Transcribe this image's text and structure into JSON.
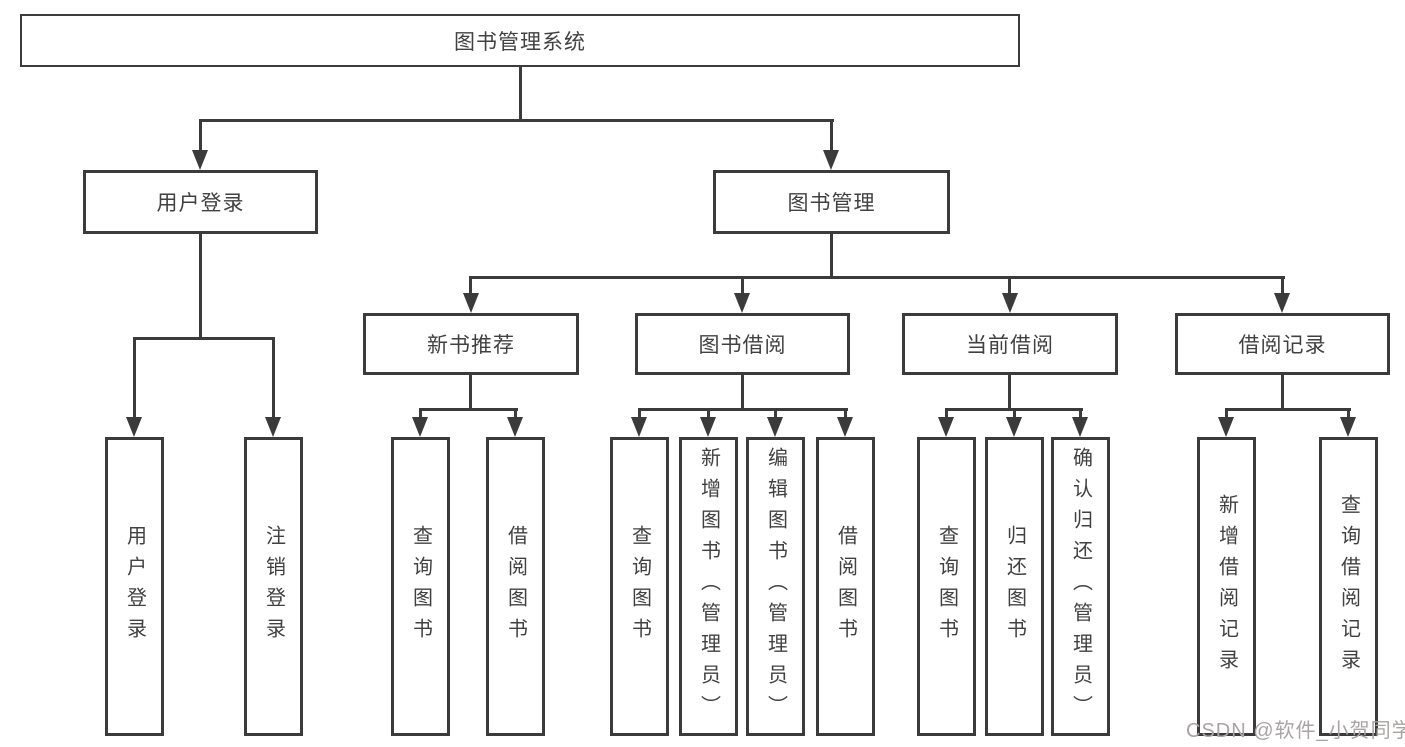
{
  "colors": {
    "line": "#3b3b3b",
    "text": "#414141",
    "watermark": "#a9a3a3",
    "bg": "#ffffff"
  },
  "diagram": {
    "type": "tree",
    "root": {
      "label": "图书管理系统"
    },
    "level2": {
      "user_login": {
        "label": "用户登录"
      },
      "book_management": {
        "label": "图书管理"
      }
    },
    "level3": {
      "new_book_recommend": {
        "label": "新书推荐"
      },
      "book_borrow": {
        "label": "图书借阅"
      },
      "current_borrow": {
        "label": "当前借阅"
      },
      "borrow_record": {
        "label": "借阅记录"
      }
    },
    "leaves": {
      "user_login": [
        "用户登录",
        "注销登录"
      ],
      "new_book_recommend": [
        "查询图书",
        "借阅图书"
      ],
      "book_borrow": [
        "查询图书",
        "新增图书（管理员）",
        "编辑图书（管理员）",
        "借阅图书"
      ],
      "current_borrow": [
        "查询图书",
        "归还图书",
        "确认归还（管理员）"
      ],
      "borrow_record": [
        "新增借阅记录",
        "查询借阅记录"
      ]
    }
  },
  "watermark": {
    "text": "CSDN @软件_小贺同学"
  }
}
